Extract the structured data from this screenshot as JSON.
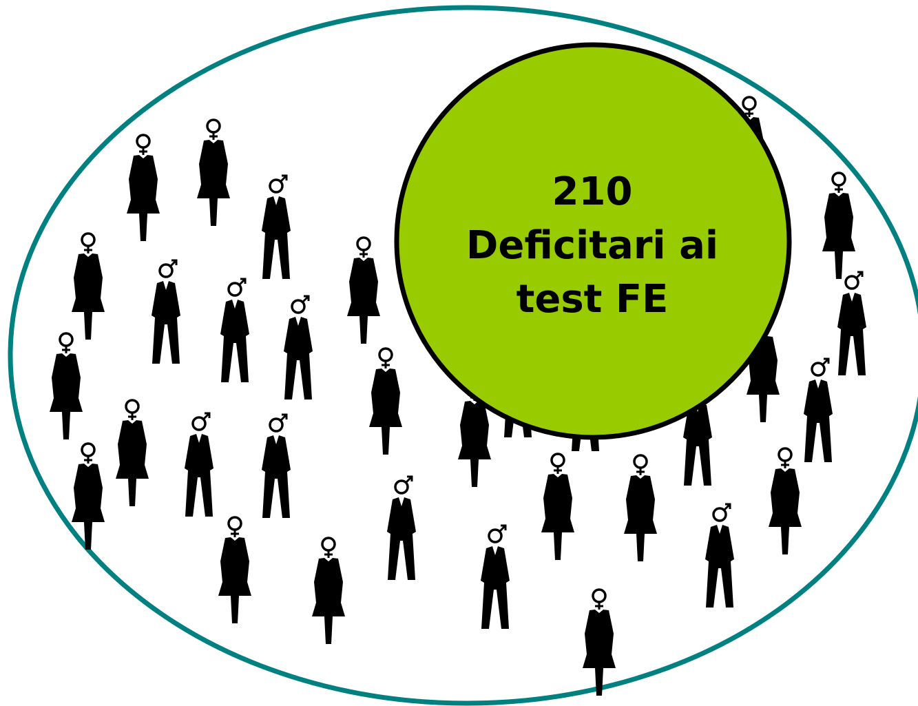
{
  "highlight": {
    "lines": [
      "210",
      "Deficitari ai",
      "test FE"
    ],
    "fill_color": "#99cc00",
    "border_color": "#000000"
  },
  "population": {
    "ellipse_color": "#008080",
    "figure_color": "#000000",
    "figure_types": [
      "female-figure-icon",
      "male-figure-icon"
    ]
  }
}
